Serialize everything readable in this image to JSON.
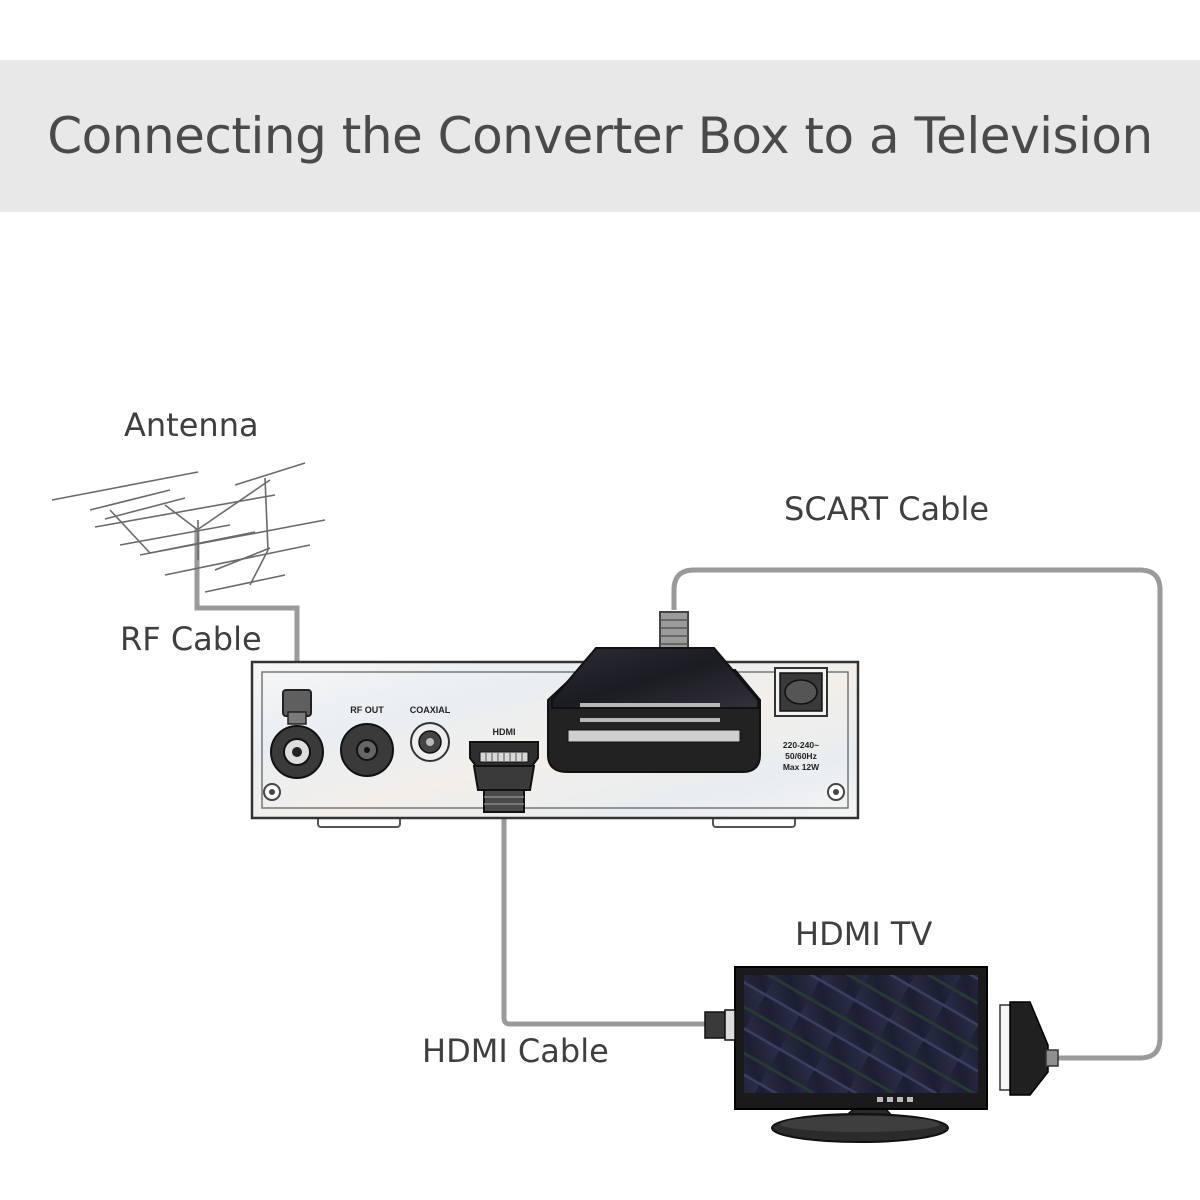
{
  "title": "Connecting the Converter Box to a Television",
  "labels": {
    "antenna": "Antenna",
    "rf_cable": "RF Cable",
    "scart_cable": "SCART Cable",
    "hdmi_tv": "HDMI TV",
    "hdmi_cable": "HDMI Cable"
  },
  "box_ports": {
    "rf_out": "RF OUT",
    "coaxial": "COAXIAL",
    "hdmi": "HDMI",
    "power_line1": "220-240~",
    "power_line2": "50/60Hz",
    "power_line3": "Max 12W"
  }
}
